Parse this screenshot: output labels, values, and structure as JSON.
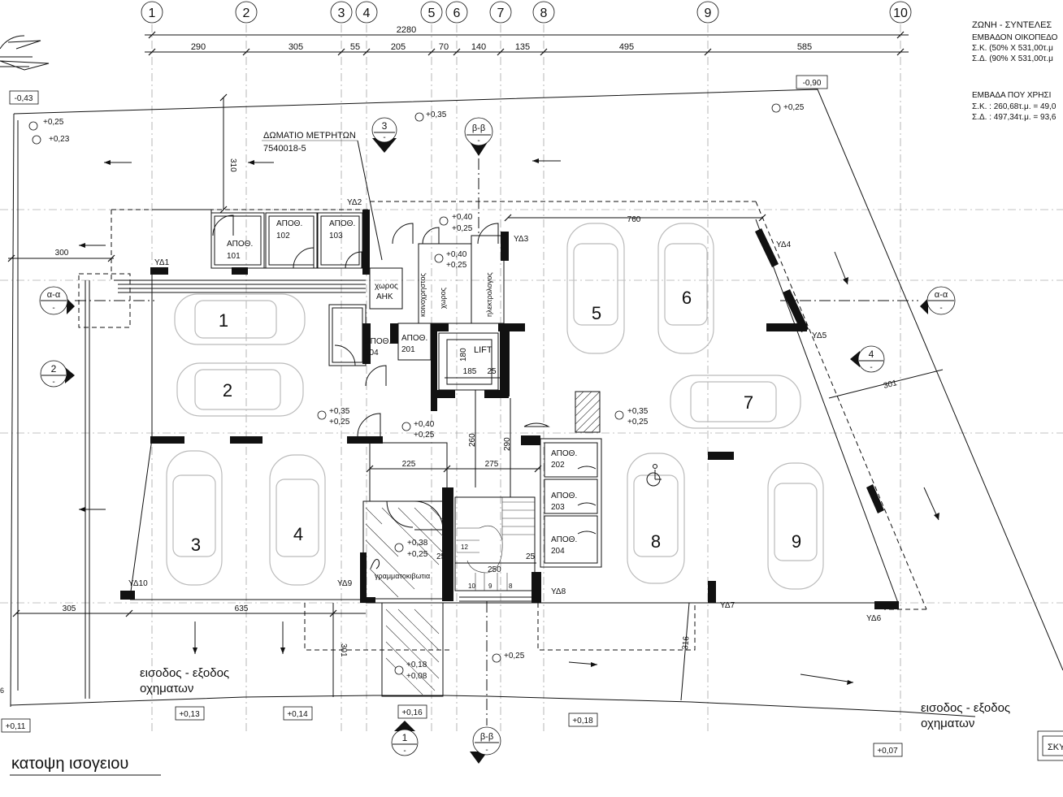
{
  "axes": [
    "1",
    "2",
    "3",
    "4",
    "5",
    "6",
    "7",
    "8",
    "9",
    "10"
  ],
  "dims_top": [
    "290",
    "305",
    "55",
    "205",
    "70",
    "140",
    "135",
    "495",
    "585"
  ],
  "dim_total": "2280",
  "zone_info": {
    "line1": "ΖΩΝΗ - ΣΥΝΤΕΛΕΣ",
    "line2": "ΕΜΒΑΔΟΝ ΟΙΚΟΠΕΔΟ",
    "line3": "Σ.Κ. (50% Χ 531,00τ.μ",
    "line4": "Σ.Δ. (90% Χ 531,00τ.μ",
    "line5": "ΕΜΒΑΔΑ ΠΟΥ ΧΡΗΣΙ",
    "line6": "Σ.Κ. : 260,68τ.μ. = 49,0",
    "line7": "Σ.Δ. : 497,34τ.μ. = 93,6"
  },
  "levels": {
    "l_m043": "-0,43",
    "l_m090": "-0,90",
    "l_p025a": "+0,25",
    "l_p023": "+0,23",
    "l_p035a": "+0,35",
    "l_p025b": "+0,25",
    "l_p040a": "+0,40",
    "l_p025c": "+0,25",
    "l_p040b": "+0,40",
    "l_p025d": "+0,25",
    "l_p035b": "+0,35",
    "l_p025e": "+0,25",
    "l_p040c": "+0,40",
    "l_p025f": "+0,25",
    "l_p035c": "+0,35",
    "l_p025g": "+0,25",
    "l_p038": "+0,38",
    "l_p025h": "+0,25",
    "l_p025i": "+0,25",
    "l_p018": "+0,18",
    "l_p008": "+0,08",
    "l_p011": "+0,11",
    "l_p013": "+0,13",
    "l_p014": "+0,14",
    "l_p016": "+0,16",
    "l_p018b": "+0,18",
    "l_p007": "+0,07"
  },
  "rooms": {
    "meter_room": "ΔΩΜΑΤΙΟ ΜΕΤΡΗΤΩΝ",
    "meter_code": "7540018-5",
    "apoth": "ΑΠΟΘ.",
    "n101": "101",
    "n102": "102",
    "n103": "103",
    "n104": "104",
    "n201": "201",
    "n202": "202",
    "n203": "203",
    "n204": "204",
    "ahk1": "χωρος",
    "ahk2": "ΑΗΚ",
    "common1": "κοινοχρηστος",
    "common2": "χωρος",
    "electrician": "ηλεκτρολογος",
    "lift": "LIFT",
    "mailbox": "γραμματοκιβωτια"
  },
  "parking": [
    "1",
    "2",
    "3",
    "4",
    "5",
    "6",
    "7",
    "8",
    "9"
  ],
  "columns": {
    "yd1": "ΥΔ1",
    "yd2": "ΥΔ2",
    "yd3": "ΥΔ3",
    "yd4": "ΥΔ4",
    "yd5": "ΥΔ5",
    "yd6": "ΥΔ6",
    "yd7": "ΥΔ7",
    "yd8": "ΥΔ8",
    "yd9": "ΥΔ9",
    "yd10": "ΥΔ10"
  },
  "dims": {
    "d310": "310",
    "d300": "300",
    "d760": "760",
    "d301a": "301",
    "d180": "180",
    "d185": "185",
    "d25a": "25",
    "d260": "260",
    "d290": "290",
    "d225": "225",
    "d275": "275",
    "d25b": "25",
    "d250": "250",
    "d25c": "25",
    "d305b": "305",
    "d635": "635",
    "d301b": "301",
    "d316": "316"
  },
  "sections": {
    "s3": "3",
    "bb": "β-β",
    "aa": "α-α",
    "s2": "2",
    "s4": "4",
    "s1": "1",
    "dash": "-"
  },
  "stairs": {
    "s12": "12",
    "s10": "10",
    "s9": "9",
    "s8": "8"
  },
  "entrance": {
    "left1": "εισοδος - εξοδος",
    "left2": "οχηματων",
    "right1": "εισοδος - εξοδος",
    "right2": "οχηματων"
  },
  "misc": {
    "sky": "ΣΚΥ",
    "small6": "6"
  },
  "title": "κατοψη ισογειου"
}
